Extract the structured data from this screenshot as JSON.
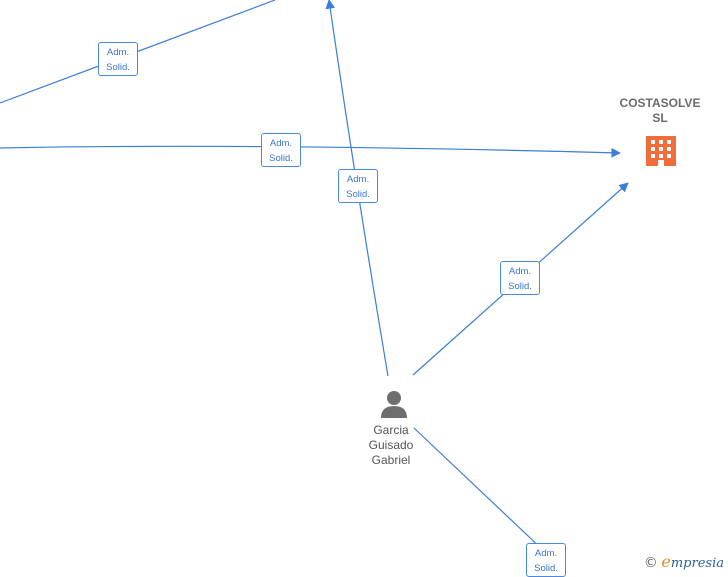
{
  "nodes": {
    "company": {
      "name_line1": "COSTASOLVE",
      "name_line2": "SL",
      "icon": "building-icon",
      "color": "#f26b3a"
    },
    "person": {
      "name_line1": "Garcia",
      "name_line2": "Guisado",
      "name_line3": "Gabriel",
      "icon": "person-icon",
      "color": "#6e6e6e"
    }
  },
  "edges": [
    {
      "label_line1": "Adm.",
      "label_line2": "Solid."
    },
    {
      "label_line1": "Adm.",
      "label_line2": "Solid."
    },
    {
      "label_line1": "Adm.",
      "label_line2": "Solid."
    },
    {
      "label_line1": "Adm.",
      "label_line2": "Solid."
    },
    {
      "label_line1": "Adm.",
      "label_line2": "Solid."
    }
  ],
  "watermark": {
    "copyright": "©",
    "brand_first": "e",
    "brand_rest": "mpresia"
  },
  "colors": {
    "edge": "#3b7dd8",
    "label_border": "#4a89dc",
    "label_text": "#3b73c8"
  }
}
